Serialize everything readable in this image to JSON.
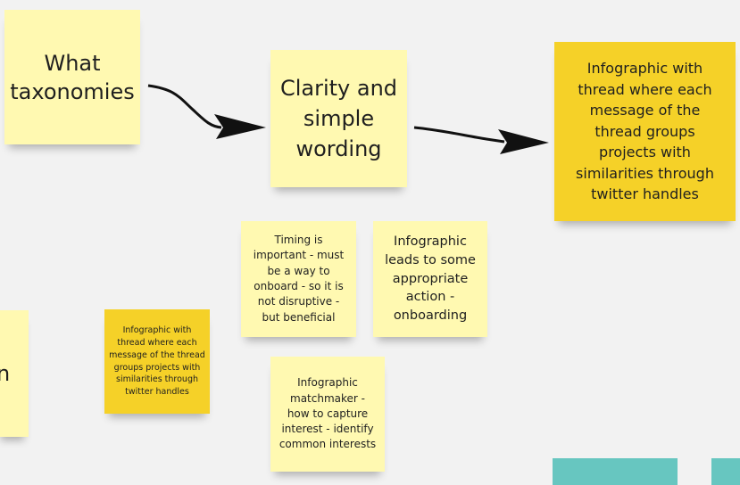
{
  "board": {
    "notes": [
      {
        "id": "what-taxonomies",
        "text": "What taxonomies"
      },
      {
        "id": "clarity",
        "text": "Clarity and simple wording"
      },
      {
        "id": "infographic-thread-large",
        "text": "Infographic with thread where each message of the thread groups projects with similarities through twitter handles"
      },
      {
        "id": "timing",
        "text": "Timing is important - must be a way to onboard - so it is not disruptive - but beneficial"
      },
      {
        "id": "onboarding",
        "text": "Infographic leads to some appropriate action - onboarding"
      },
      {
        "id": "infographic-thread-small",
        "text": "Infographic with thread where each message of the thread groups projects with similarities through twitter handles"
      },
      {
        "id": "matchmaker",
        "text": "Infographic matchmaker - how to capture interest - identify common interests"
      },
      {
        "id": "partial-left",
        "text": "n"
      }
    ]
  },
  "colors": {
    "light_yellow": "#fff9b1",
    "dark_yellow": "#f5d128",
    "teal": "#67c6c0",
    "background": "#f2f2f2",
    "arrow": "#111111"
  }
}
